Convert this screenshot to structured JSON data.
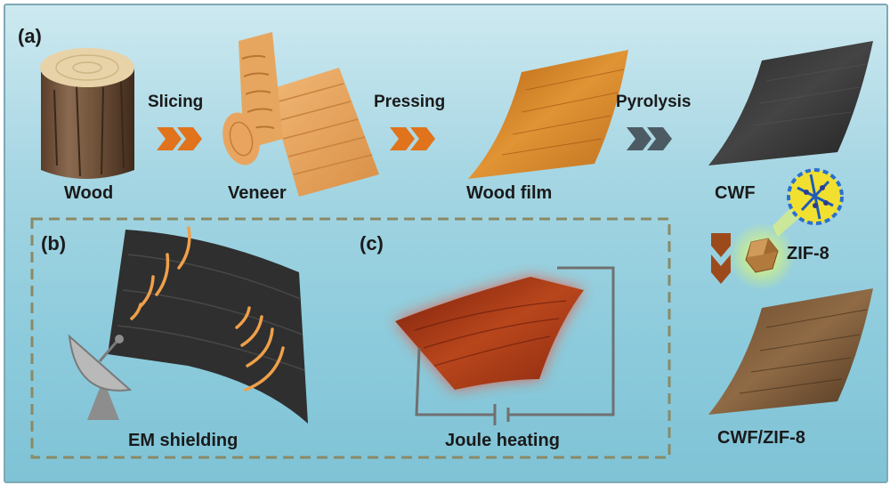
{
  "panels": {
    "a": "(a)",
    "b": "(b)",
    "c": "(c)"
  },
  "steps": {
    "slicing": "Slicing",
    "pressing": "Pressing",
    "pyrolysis": "Pyrolysis"
  },
  "materials": {
    "wood": "Wood",
    "veneer": "Veneer",
    "wood_film": "Wood film",
    "cwf": "CWF",
    "zif8": "ZIF-8",
    "cwf_zif8": "CWF/ZIF-8"
  },
  "applications": {
    "em_shielding": "EM shielding",
    "joule_heating": "Joule heating"
  },
  "colors": {
    "orange_arrow": "#e0731c",
    "dark_arrow": "#4c5b63",
    "brown_arrow": "#9c4a1c",
    "dashed_border": "#8a8a66",
    "em_wave": "#f0a04a",
    "circuit_wire": "#707070"
  }
}
